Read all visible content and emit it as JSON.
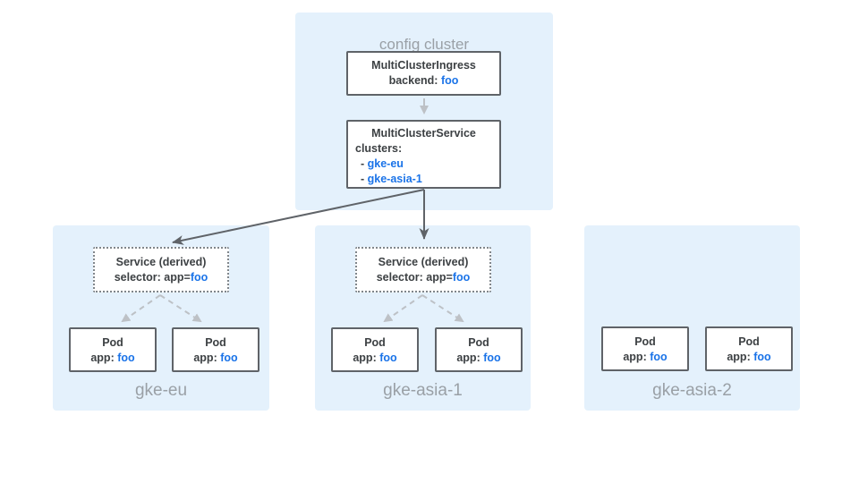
{
  "colors": {
    "panel_fill": "#e4f1fc",
    "box_border": "#5f6368",
    "dotted_border": "#80868b",
    "text_dark": "#3c4043",
    "accent_blue": "#1a73e8",
    "label_gray": "#9aa0a6",
    "arrow_dark": "#5f6368",
    "arrow_light": "#bdc1c6"
  },
  "config_cluster": {
    "label": "config cluster",
    "ingress": {
      "title": "MultiClusterIngress",
      "backend_prefix": "backend: ",
      "backend_value": "foo"
    },
    "service": {
      "title": "MultiClusterService",
      "clusters_label": "clusters:",
      "items": [
        {
          "dash": "- ",
          "name": "gke-eu"
        },
        {
          "dash": "- ",
          "name": "gke-asia-1"
        }
      ]
    }
  },
  "clusters": [
    {
      "name": "gke-eu",
      "service": {
        "title": "Service (derived)",
        "selector_prefix": "selector: app=",
        "selector_value": "foo"
      },
      "pods": [
        {
          "title": "Pod",
          "app_prefix": "app: ",
          "app_value": "foo"
        },
        {
          "title": "Pod",
          "app_prefix": "app: ",
          "app_value": "foo"
        }
      ]
    },
    {
      "name": "gke-asia-1",
      "service": {
        "title": "Service (derived)",
        "selector_prefix": "selector: app=",
        "selector_value": "foo"
      },
      "pods": [
        {
          "title": "Pod",
          "app_prefix": "app: ",
          "app_value": "foo"
        },
        {
          "title": "Pod",
          "app_prefix": "app: ",
          "app_value": "foo"
        }
      ]
    },
    {
      "name": "gke-asia-2",
      "pods": [
        {
          "title": "Pod",
          "app_prefix": "app: ",
          "app_value": "foo"
        },
        {
          "title": "Pod",
          "app_prefix": "app: ",
          "app_value": "foo"
        }
      ]
    }
  ]
}
